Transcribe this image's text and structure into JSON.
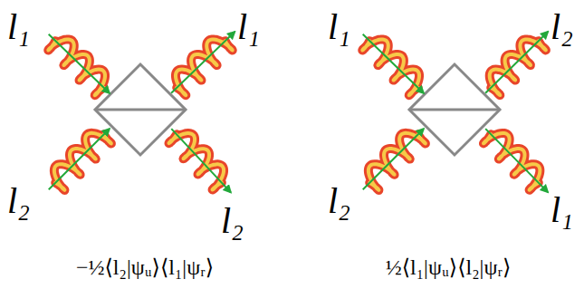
{
  "diagram": {
    "labels": [
      "l₁",
      "l₁",
      "l₂",
      "l₂",
      "−½⟨l₂|ψᵤ⟩⟨l₁|ψᵣ⟩",
      "l₁",
      "l₂",
      "l₂",
      "l₁",
      "½⟨l₁|ψᵤ⟩⟨l₂|ψᵣ⟩"
    ]
  }
}
